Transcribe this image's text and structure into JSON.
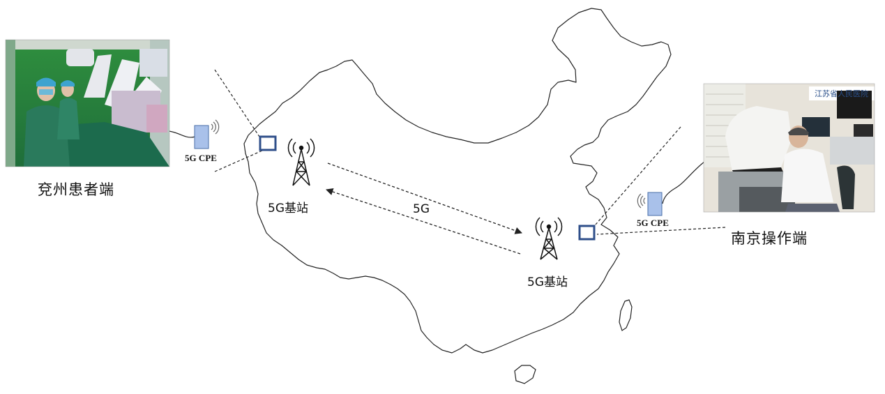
{
  "labels": {
    "patient_site": "兗州患者端",
    "operator_site": "南京操作端",
    "cpe_left": "5G CPE",
    "cpe_right": "5G CPE",
    "base_station_left": "5G基站",
    "base_station_right": "5G基站",
    "link": "5G"
  },
  "photos": {
    "left_sign": "",
    "right_sign": "江苏省人民医院"
  },
  "colors": {
    "cpe_fill": "#a9c1ea",
    "cpe_stroke": "#4a6fa8",
    "marker_stroke": "#2f4f8a",
    "map_outline": "#222222",
    "line": "#222222"
  }
}
